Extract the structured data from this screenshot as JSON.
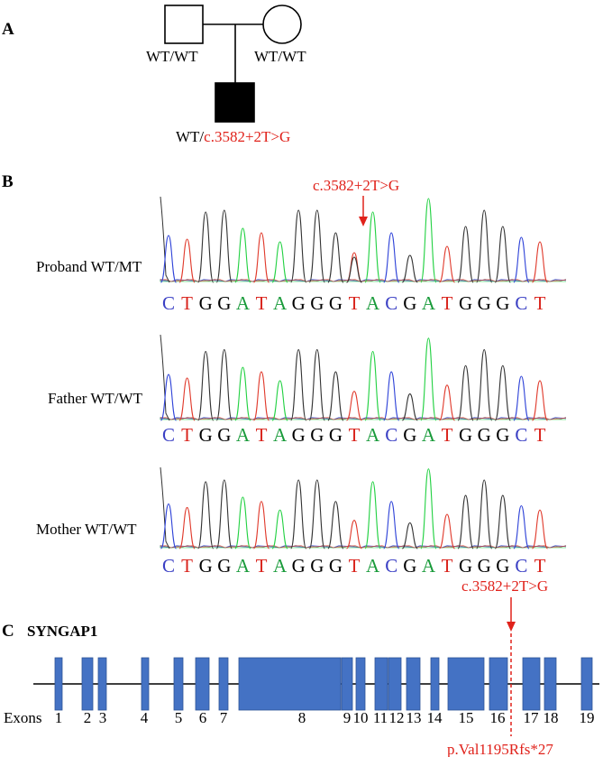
{
  "colors": {
    "mutation_red": "#e0221b",
    "exon_blue": "#4472c4",
    "base_C": "#3a3fc4",
    "base_T": "#d9241d",
    "base_G": "#000000",
    "base_A": "#1a9b3b",
    "trace_C": "#2f43d8",
    "trace_T": "#e03a2c",
    "trace_G": "#333333",
    "trace_A": "#22d142"
  },
  "panel_a": {
    "label": "A",
    "father_genotype": "WT/WT",
    "mother_genotype": "WT/WT",
    "proband_prefix": "WT/",
    "proband_mutation": "c.3582+2T>G"
  },
  "panel_b": {
    "label": "B",
    "mutation_label": "c.3582+2T>G",
    "sequence": "CTGGATAGGGTACGATGGGCT",
    "tracks": [
      {
        "label": "Proband WT/MT"
      },
      {
        "label": "Father WT/WT"
      },
      {
        "label": "Mother WT/WT"
      }
    ]
  },
  "panel_c": {
    "label": "C",
    "gene": "SYNGAP1",
    "mutation_label": "c.3582+2T>G",
    "protein_change": "p.Val1195Rfs*27",
    "exons_prefix": "Exons",
    "exon_labels": [
      "1",
      "2",
      "3",
      "4",
      "5",
      "6",
      "7",
      "8",
      "9",
      "10",
      "11",
      "12",
      "13",
      "14",
      "15",
      "16",
      "17",
      "18",
      "19"
    ]
  }
}
